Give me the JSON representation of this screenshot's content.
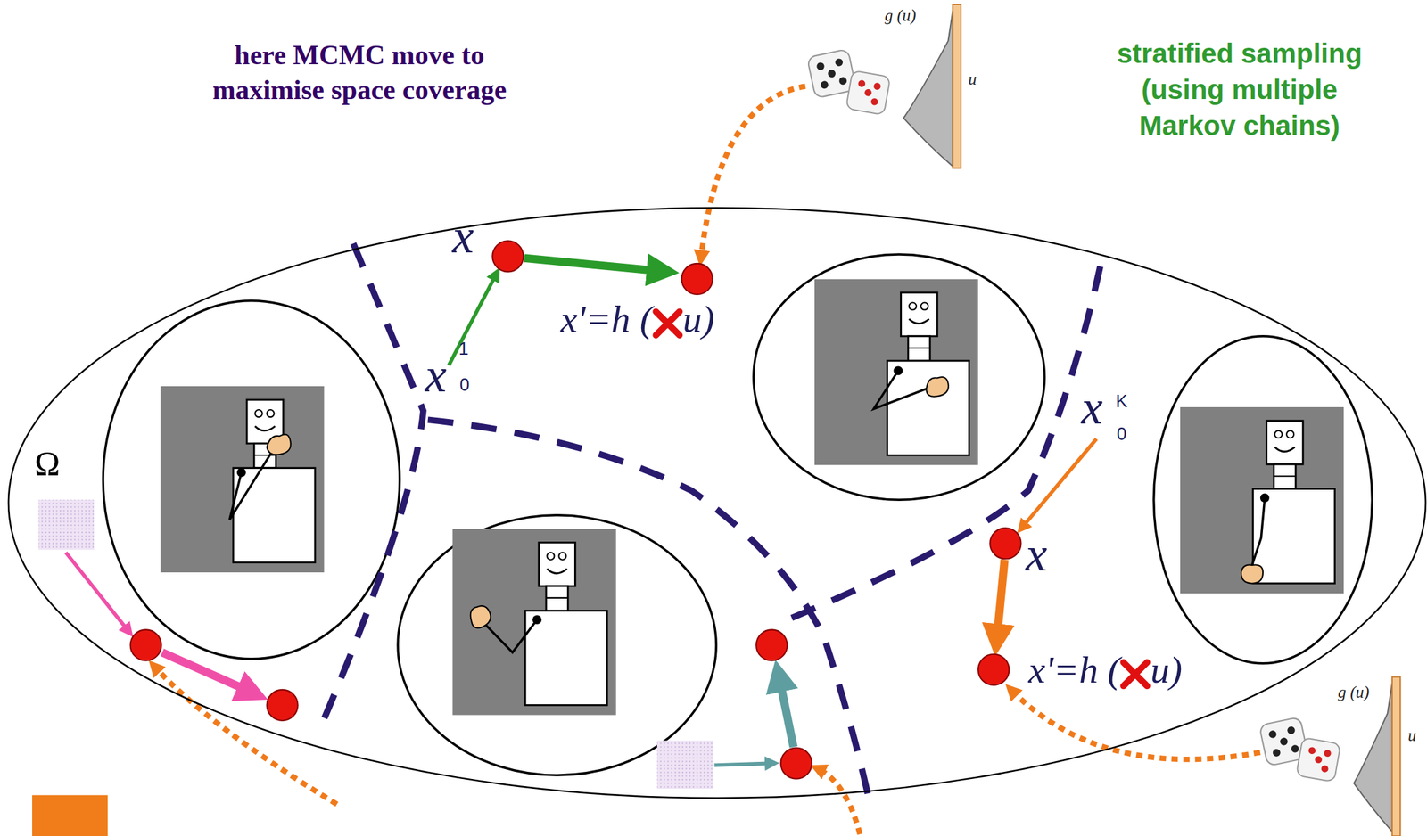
{
  "diagram": {
    "nodes": [
      {
        "text": [
          "Ω"
        ]
      }
    ],
    "labels": [
      "here MCMC move to maximise space coverage",
      "stratified sampling (using multiple Markov chains)",
      "g (u)",
      "u",
      "x",
      "x'=h (",
      "u)",
      "x",
      "1",
      "0",
      "x",
      "K",
      "0",
      "x",
      "x'=h (",
      "u)",
      "g (u)",
      "u"
    ]
  }
}
